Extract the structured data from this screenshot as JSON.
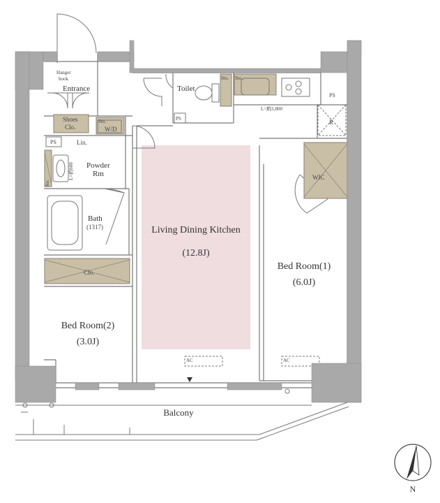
{
  "colors": {
    "wall": "#a9a9a9",
    "ldk_fill": "#efdde0",
    "storage_fill": "#c9bfa7",
    "line": "#666666"
  },
  "labels": {
    "hanger_hook_1": "Hanger",
    "hanger_hook_2": "hook",
    "entrance": "Entrance",
    "shoes_1": "Shoes",
    "shoes_2": "Clo.",
    "toilet": "Toilet",
    "sto_toilet": "Sto.",
    "sto_kitchen": "Sto.",
    "ps_top": "PS",
    "ps_mid": "PS",
    "ps_left": "PS",
    "kitchen_length": "L=約1,800",
    "refrigerator": "R",
    "sto_wd_1": "Sto.",
    "sto_wd_2": "W/D",
    "linen": "Lin.",
    "vanity_length": "L=約600",
    "sto_vanity": "Sto.",
    "powder_1": "Powder",
    "powder_2": "Rm",
    "bath_1": "Bath",
    "bath_2": "(1317)",
    "closet": "Clo.",
    "wic": "WIC",
    "ldk_name": "Living Dining Kitchen",
    "ldk_size": "(12.8J)",
    "bed1_name": "Bed Room(1)",
    "bed1_size": "(6.0J)",
    "bed2_name": "Bed Room(2)",
    "bed2_size": "(3.0J)",
    "ac_left": "AC",
    "ac_right": "AC",
    "balcony": "Balcony",
    "north": "N"
  }
}
